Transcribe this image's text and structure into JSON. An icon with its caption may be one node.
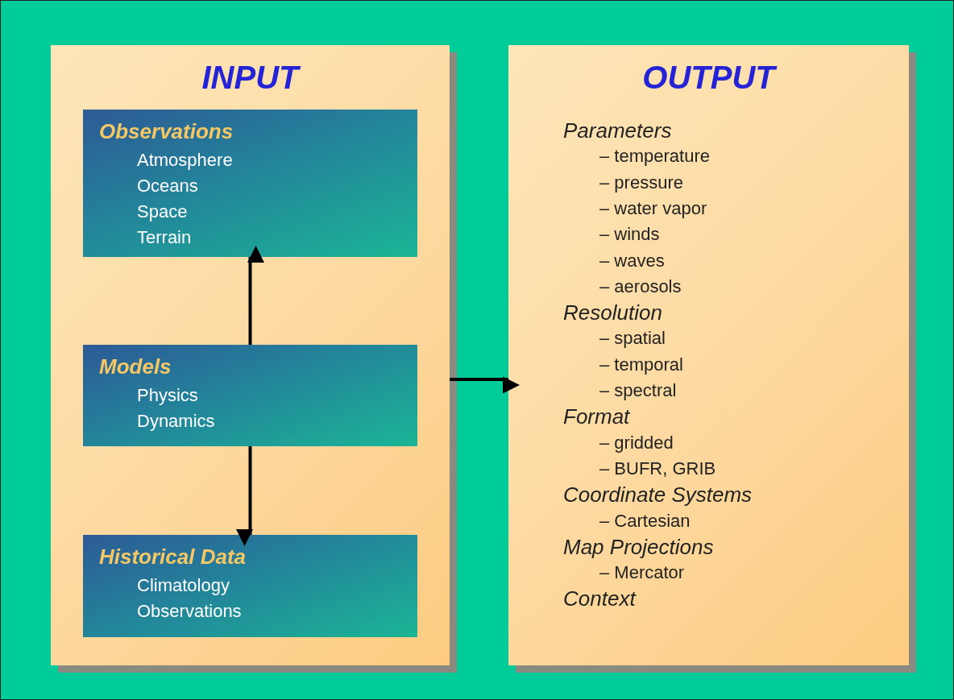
{
  "diagram": {
    "nodes": [
      {
        "text": [
          "INPUT"
        ]
      },
      {
        "text": [
          "Observations",
          "Atmosphere",
          "Oceans",
          "Space",
          "Terrain"
        ],
        "in": 0
      },
      {
        "text": [
          "Models",
          "Physics",
          "Dynamics"
        ],
        "in": 0
      },
      {
        "text": [
          "Historical Data",
          "Climatology",
          "Observations"
        ],
        "in": 0
      },
      {
        "text": [
          "OUTPUT",
          "Parameters",
          "– temperature",
          "– pressure",
          "– water vapor",
          "– winds",
          "– waves",
          "– aerosols",
          "Resolution",
          "– spatial",
          "– temporal",
          "– spectral",
          "Format",
          "– gridded",
          "– BUFR, GRIB",
          "Coordinate Systems",
          "– Cartesian",
          "Map Projections",
          "– Mercator",
          "Context"
        ]
      }
    ],
    "edges": [
      {
        "from": 2,
        "to": 1,
        "arrow": "to"
      },
      {
        "from": 2,
        "to": 3,
        "arrow": "to"
      },
      {
        "from": 0,
        "to": 4,
        "arrow": "to"
      }
    ]
  }
}
